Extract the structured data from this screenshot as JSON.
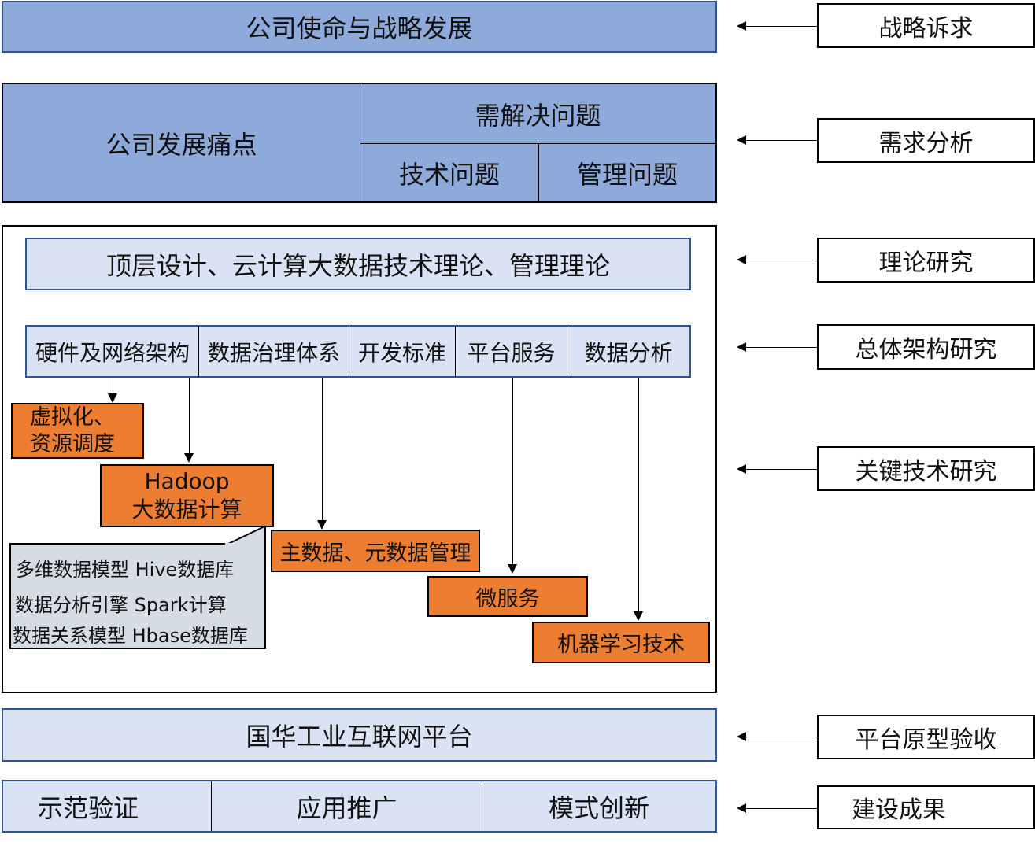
{
  "strategy": {
    "title": "公司使命与战略发展",
    "side_label": "战略诉求"
  },
  "needs": {
    "pain_points": "公司发展痛点",
    "problems_header": "需解决问题",
    "problems": [
      "技术问题",
      "管理问题"
    ],
    "side_label": "需求分析"
  },
  "research": {
    "theory": "顶层设计、云计算大数据技术理论、管理理论",
    "theory_side_label": "理论研究",
    "architecture": [
      "硬件及网络架构",
      "数据治理体系",
      "开发标准",
      "平台服务",
      "数据分析"
    ],
    "architecture_side_label": "总体架构研究",
    "key_tech_side_label": "关键技术研究",
    "key_tech": {
      "virtualization": [
        "虚拟化、",
        "资源调度"
      ],
      "hadoop": [
        "Hadoop",
        "大数据计算"
      ],
      "master_data": "主数据、元数据管理",
      "microservice": "微服务",
      "ml": "机器学习技术"
    },
    "hadoop_callout": [
      "多维数据模型 Hive数据库",
      "数据分析引擎 Spark计算",
      "数据关系模型 Hbase数据库"
    ]
  },
  "platform": {
    "title": "国华工业互联网平台",
    "side_label": "平台原型验收"
  },
  "results": {
    "items": [
      "示范验证",
      "应用推广",
      "模式创新"
    ],
    "side_label": "建设成果"
  },
  "colors": {
    "blue_dark": "#8eaadb",
    "blue_light": "#dae3f3",
    "blue_border": "#2f5597",
    "orange": "#ed7d31",
    "callout_grey": "#d6dce4"
  }
}
